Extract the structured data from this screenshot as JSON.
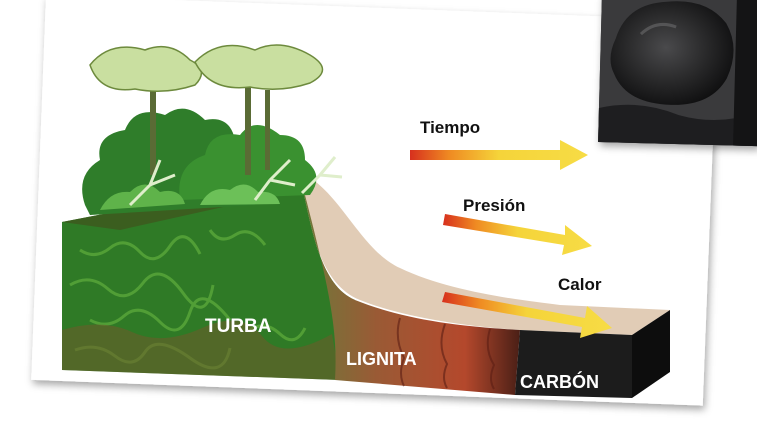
{
  "diagram": {
    "arrows": [
      {
        "label": "Tiempo"
      },
      {
        "label": "Presión"
      },
      {
        "label": "Calor"
      }
    ],
    "layers": [
      {
        "label": "TURBA"
      },
      {
        "label": "LIGNITA"
      },
      {
        "label": "CARBÓN"
      }
    ]
  },
  "colors": {
    "forest_dark": "#2e6b22",
    "forest_mid": "#3f8c2c",
    "lignite_brown": "#8a4b2c",
    "lignite_red": "#a63b22",
    "coal_black": "#1c1c1c",
    "arrow_yellow": "#f5d43a",
    "arrow_orange": "#ef8a22",
    "arrow_red": "#d7301e"
  },
  "photo": {
    "subject": "coal-lump-photo"
  }
}
